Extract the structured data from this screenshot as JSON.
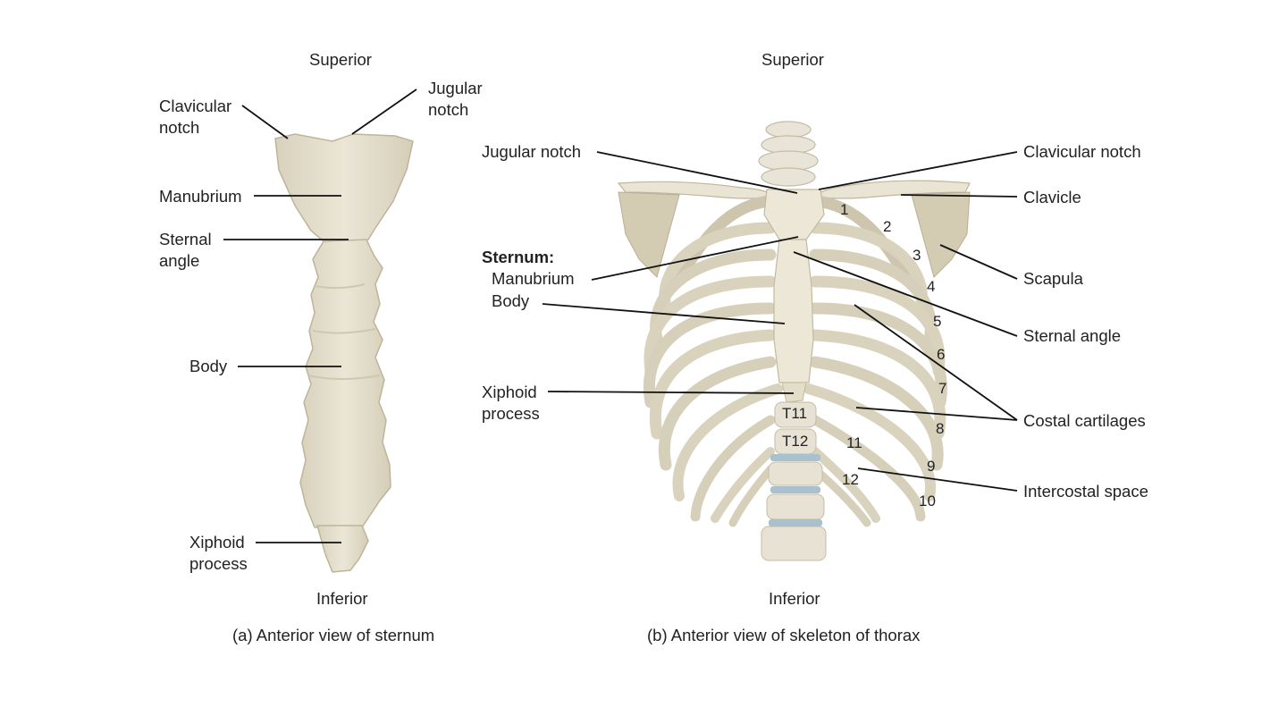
{
  "panel_a": {
    "superior": "Superior",
    "inferior": "Inferior",
    "caption": "(a) Anterior view of sternum",
    "labels": {
      "clavicular_notch_1": "Clavicular",
      "clavicular_notch_2": "notch",
      "jugular_notch_1": "Jugular",
      "jugular_notch_2": "notch",
      "manubrium": "Manubrium",
      "sternal_angle_1": "Sternal",
      "sternal_angle_2": "angle",
      "body": "Body",
      "xiphoid_1": "Xiphoid",
      "xiphoid_2": "process"
    }
  },
  "panel_b": {
    "superior": "Superior",
    "inferior": "Inferior",
    "caption": "(b) Anterior view of skeleton of thorax",
    "labels": {
      "jugular_notch": "Jugular notch",
      "sternum_heading": "Sternum:",
      "manubrium": "Manubrium",
      "body": "Body",
      "xiphoid_1": "Xiphoid",
      "xiphoid_2": "process",
      "clavicular_notch": "Clavicular notch",
      "clavicle": "Clavicle",
      "scapula": "Scapula",
      "sternal_angle": "Sternal angle",
      "costal_cartilages": "Costal cartilages",
      "intercostal_space": "Intercostal space"
    },
    "rib_numbers": [
      "1",
      "2",
      "3",
      "4",
      "5",
      "6",
      "7",
      "8",
      "9",
      "10",
      "11",
      "12"
    ],
    "vertebrae": [
      "T11",
      "T12"
    ]
  },
  "colors": {
    "bone": "#e6e0cf",
    "bone_shadow": "#cfc7b0",
    "bone_outline": "#b9b097",
    "cartilage": "#d9d7cc",
    "disc": "#a9c0cf",
    "leader": "#111111"
  }
}
